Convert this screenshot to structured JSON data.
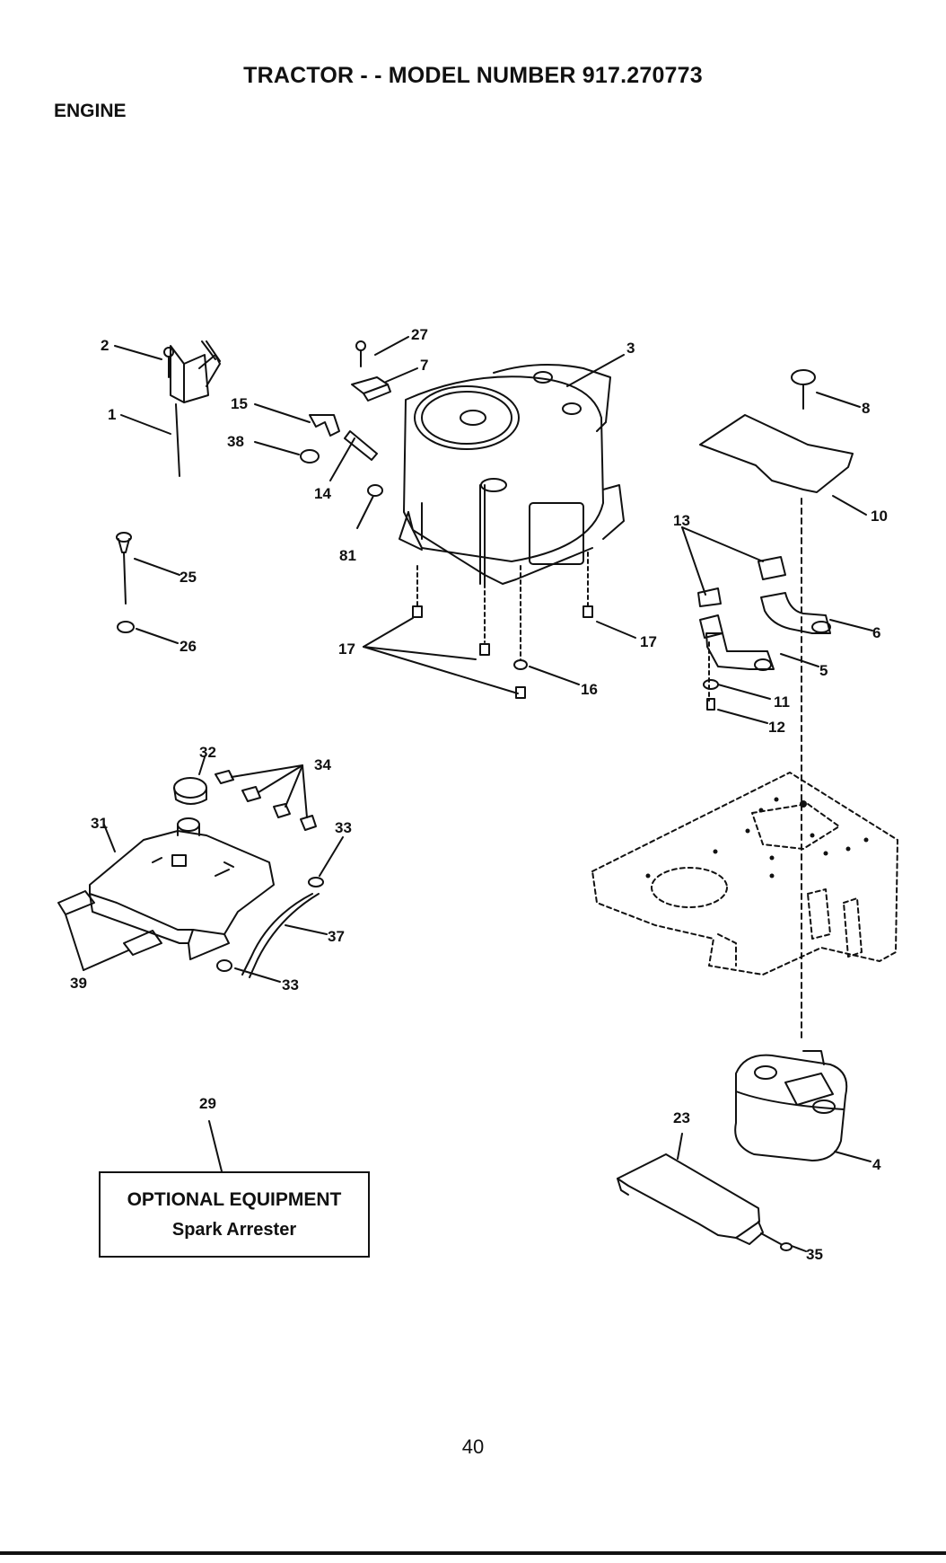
{
  "header": {
    "title": "TRACTOR - - MODEL NUMBER 917.270773",
    "section": "ENGINE"
  },
  "callouts": [
    "1",
    "2",
    "3",
    "4",
    "5",
    "6",
    "7",
    "8",
    "10",
    "11",
    "12",
    "13",
    "14",
    "15",
    "16",
    "17",
    "17",
    "17",
    "23",
    "25",
    "26",
    "27",
    "29",
    "31",
    "32",
    "33",
    "33",
    "34",
    "35",
    "37",
    "38",
    "39",
    "81"
  ],
  "optional_equipment": {
    "heading": "OPTIONAL EQUIPMENT",
    "item": "Spark Arrester"
  },
  "footer": {
    "page_number": "40"
  }
}
